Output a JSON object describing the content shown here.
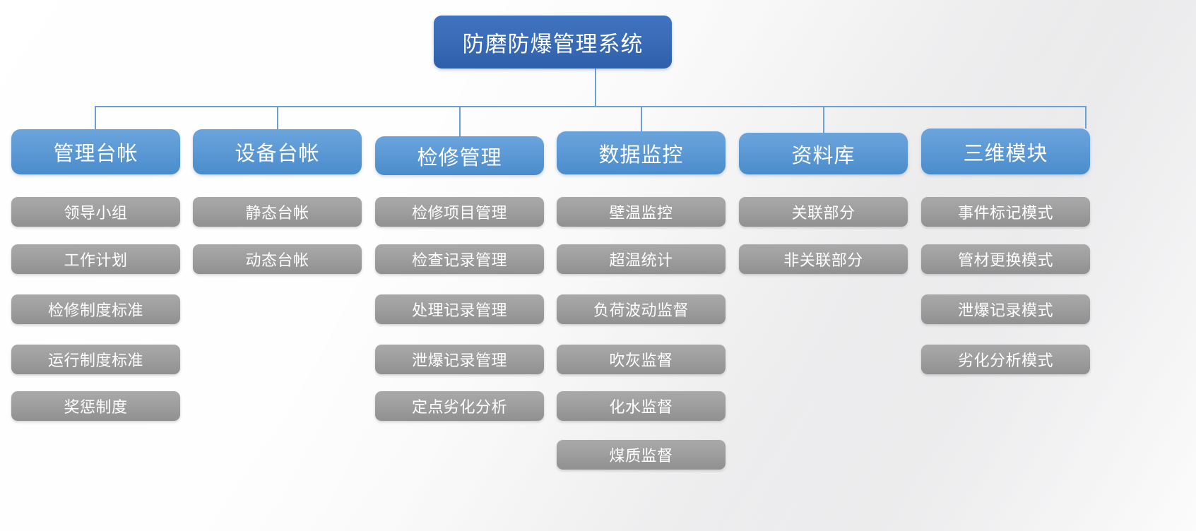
{
  "diagram": {
    "type": "organizational-hierarchy",
    "root": {
      "label": "防磨防爆管理系统",
      "color": "#3a6cb7"
    },
    "level2_color": "#5d9ad6",
    "leaf_color": "#a0a0a0",
    "connector_color": "#6c9fd6",
    "columns": [
      {
        "label": "管理台帐",
        "children": [
          "领导小组",
          "工作计划",
          "检修制度标准",
          "运行制度标准",
          "奖惩制度"
        ]
      },
      {
        "label": "设备台帐",
        "children": [
          "静态台帐",
          "动态台帐"
        ]
      },
      {
        "label": "检修管理",
        "children": [
          "检修项目管理",
          "检查记录管理",
          "处理记录管理",
          "泄爆记录管理",
          "定点劣化分析"
        ]
      },
      {
        "label": "数据监控",
        "children": [
          "壁温监控",
          "超温统计",
          "负荷波动监督",
          "吹灰监督",
          "化水监督",
          "煤质监督"
        ]
      },
      {
        "label": "资料库",
        "children": [
          "关联部分",
          "非关联部分"
        ]
      },
      {
        "label": "三维模块",
        "children": [
          "事件标记模式",
          "管材更换模式",
          "泄爆记录模式",
          "劣化分析模式"
        ]
      }
    ]
  }
}
